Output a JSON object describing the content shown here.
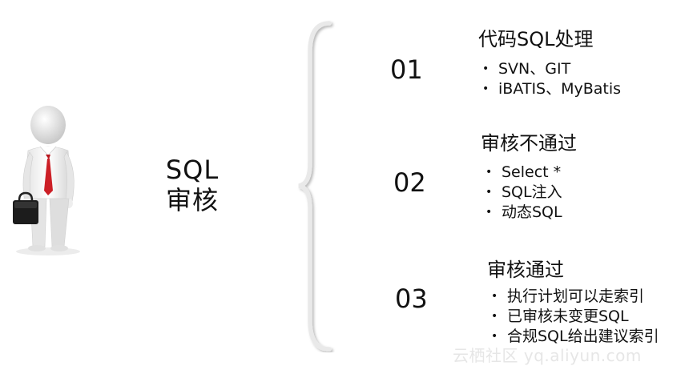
{
  "center": {
    "line1": "SQL",
    "line2": "审核"
  },
  "sections": [
    {
      "number": "01",
      "heading": "代码SQL处理",
      "items": [
        "SVN、GIT",
        "iBATIS、MyBatis"
      ]
    },
    {
      "number": "02",
      "heading": "审核不通过",
      "items": [
        "Select *",
        "SQL注入",
        "动态SQL"
      ]
    },
    {
      "number": "03",
      "heading": "审核通过",
      "items": [
        "执行计划可以走索引",
        "已审核未变更SQL",
        "合规SQL给出建议索引"
      ]
    }
  ],
  "watermark": "云栖社区 yq.aliyun.com"
}
